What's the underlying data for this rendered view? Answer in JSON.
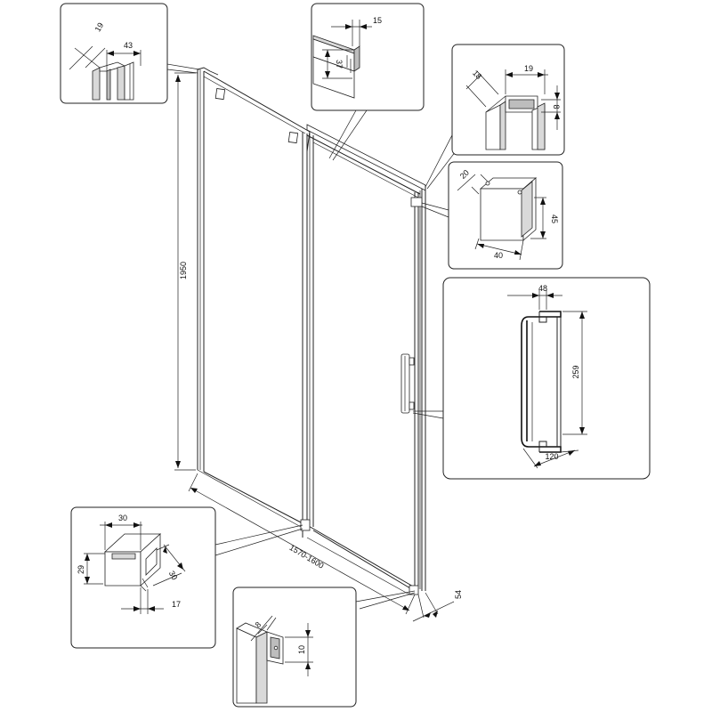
{
  "dimensions": {
    "top_left_a": "19",
    "top_left_b": "43",
    "top_mid_a": "15",
    "top_mid_b": "37",
    "top_right_a": "18",
    "top_right_b": "19",
    "top_right_c": "8",
    "bracket_a": "20",
    "bracket_b": "45",
    "bracket_c": "40",
    "handle_width": "48",
    "handle_height": "259",
    "handle_depth": "120",
    "main_height": "1950",
    "main_width": "1570-1600",
    "main_depth": "54",
    "hinge_a": "30",
    "hinge_b": "29",
    "hinge_c": "30",
    "hinge_d": "17",
    "bottom_a": "8",
    "bottom_b": "10"
  },
  "colors": {
    "line": "#222222",
    "shade": "#d9d9d9"
  }
}
